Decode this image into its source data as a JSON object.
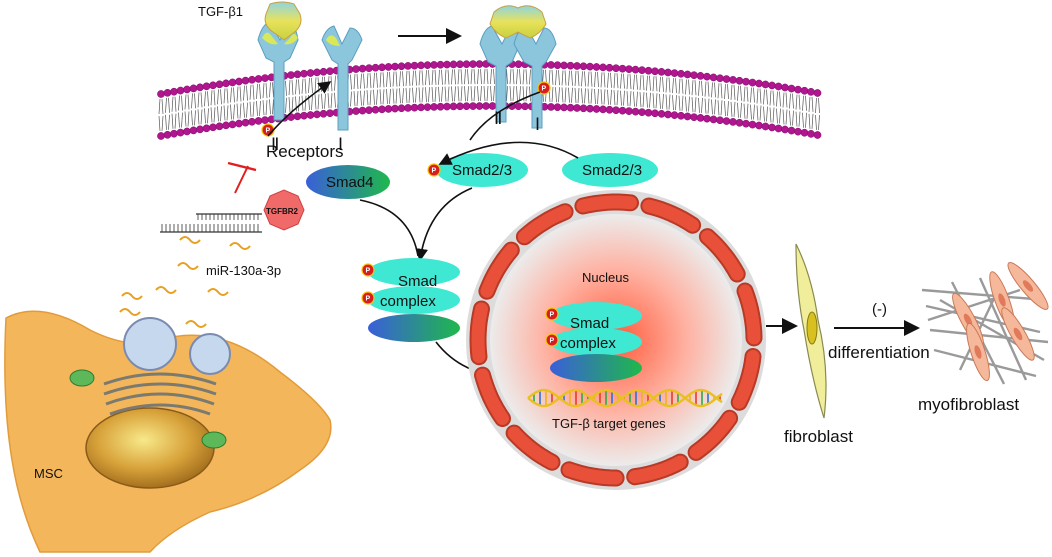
{
  "labels": {
    "ligand": "TGF-β1",
    "receptors": "Receptors",
    "receptor_ii": "Ⅱ",
    "receptor_i": "Ⅰ",
    "smad4": "Smad4",
    "smad23_p": "Smad2/3",
    "smad23": "Smad2/3",
    "tgfbr2": "TGFBR2",
    "mirna": "miR-130a-3p",
    "msc": "MSC",
    "smad_complex_line1": "Smad",
    "smad_complex_line2": "complex",
    "nucleus": "Nucleus",
    "nuc_complex_line1": "Smad",
    "nuc_complex_line2": "complex",
    "target_genes": "TGF-β target genes",
    "fibroblast": "fibroblast",
    "inhibit_sign": "(-)",
    "differentiation": "differentiation",
    "myofibroblast": "myofibroblast",
    "phospho": "P"
  },
  "colors": {
    "membrane_head": "#b0168f",
    "receptor": "#8cc6dc",
    "ligand": "#e8e060",
    "smad": "#3fe8d3",
    "smad4_dark": "#2f6fd8",
    "smad4_green": "#2ec35a",
    "phospho": "#d61e1e",
    "nucleus_ring": "#d8d8d8",
    "nucleus_core": "#ff8a70",
    "envelope": "#e8503a",
    "cell": "#f4b65a",
    "inhibit": "#e02020"
  }
}
